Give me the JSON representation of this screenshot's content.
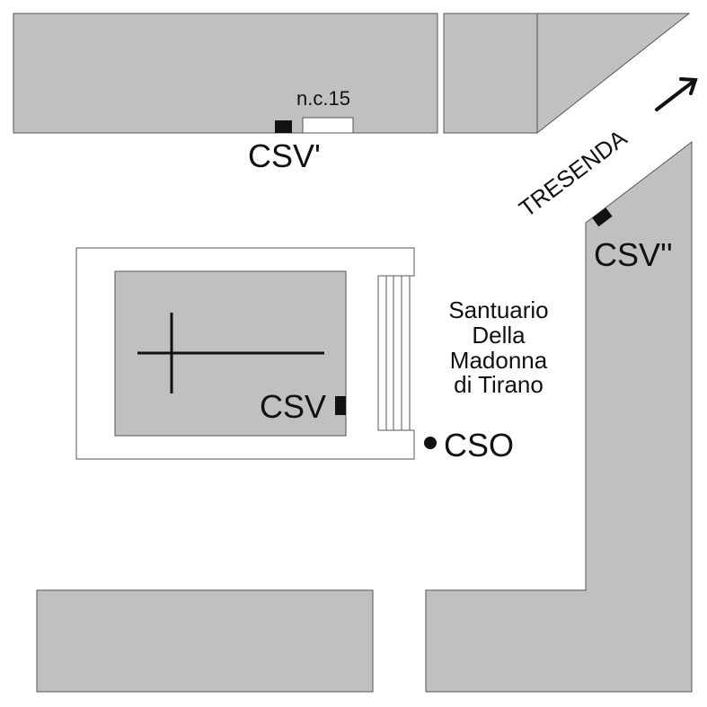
{
  "labels": {
    "house_number": "n.c.15",
    "csv_prime": "CSV'",
    "csv_double_prime": "CSV''",
    "csv": "CSV",
    "cso": "CSO",
    "street": "TRESENDA",
    "church_line1": "Santuario",
    "church_line2": "Della",
    "church_line3": "Madonna",
    "church_line4": "di Tirano"
  },
  "colors": {
    "building": "#c0c0c0",
    "marker": "#111111"
  }
}
